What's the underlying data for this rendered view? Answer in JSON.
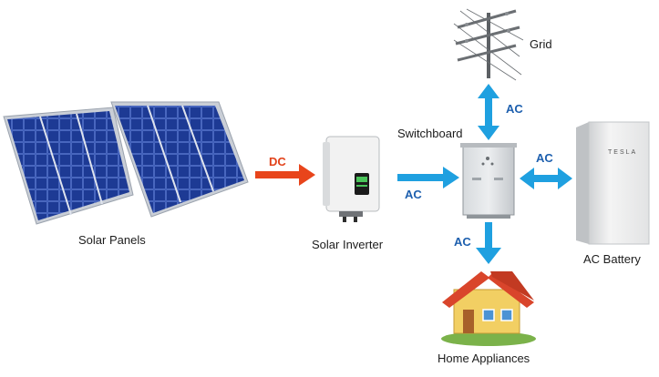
{
  "labels": {
    "solar_panels": "Solar Panels",
    "solar_inverter": "Solar Inverter",
    "switchboard": "Switchboard",
    "grid": "Grid",
    "ac_battery": "AC Battery",
    "home_appliances": "Home Appliances"
  },
  "flows": {
    "dc": "DC",
    "ac_inverter_to_switchboard": "AC",
    "ac_grid": "AC",
    "ac_battery": "AC",
    "ac_home": "AC"
  },
  "battery_brand": "TESLA",
  "colors": {
    "ac_arrow": "#1fa0e0",
    "dc_arrow": "#e8451b",
    "ac_text": "#1d5fae",
    "dc_text": "#e2421a",
    "panel_cell": "#1f3f9e",
    "house_roof": "#d9452b",
    "house_wall": "#f3d26a"
  },
  "icons": [
    "solar-panel-icon",
    "inverter-icon",
    "switchboard-icon",
    "grid-pole-icon",
    "battery-icon",
    "house-icon"
  ]
}
